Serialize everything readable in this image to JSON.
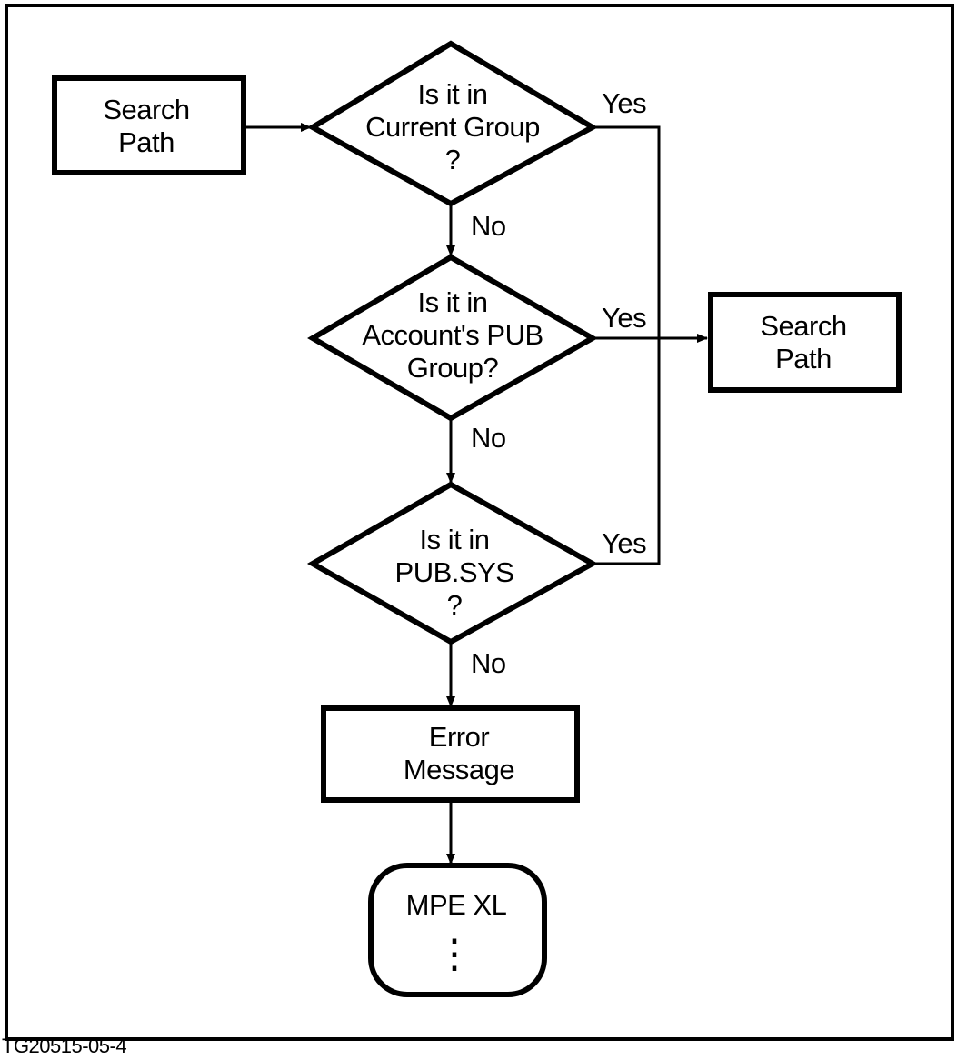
{
  "diagram": {
    "start_box": {
      "line1": "Search",
      "line2": "Path"
    },
    "decision_1": {
      "line1": "Is it in",
      "line2": "Current Group",
      "line3": "?"
    },
    "decision_2": {
      "line1": "Is it in",
      "line2": "Account's PUB",
      "line3": "Group?"
    },
    "decision_3": {
      "line1": "Is it in",
      "line2": "PUB.SYS",
      "line3": "?"
    },
    "result_box": {
      "line1": "Search",
      "line2": "Path"
    },
    "error_box": {
      "line1": "Error",
      "line2": "Message"
    },
    "terminal": {
      "line1": "MPE XL",
      "dots": "⋮"
    },
    "labels": {
      "yes_1": "Yes",
      "yes_2": "Yes",
      "yes_3": "Yes",
      "no_1": "No",
      "no_2": "No",
      "no_3": "No"
    },
    "figure_id": "TG20515-05-4"
  }
}
